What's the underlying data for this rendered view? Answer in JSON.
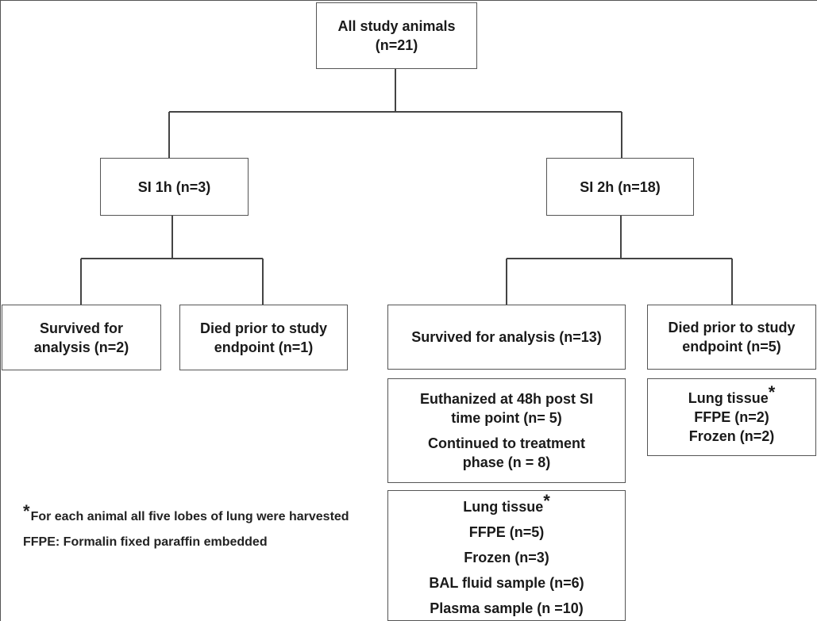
{
  "root": {
    "line1": "All study animals",
    "line2": "(n=21)"
  },
  "si1h": {
    "label": "SI 1h (n=3)"
  },
  "si2h": {
    "label": "SI 2h (n=18)"
  },
  "si1h_survived": {
    "line1": "Survived for",
    "line2": "analysis  (n=2)"
  },
  "si1h_died": {
    "line1": "Died prior to study",
    "line2": "endpoint (n=1)"
  },
  "si2h_survived": {
    "label": "Survived for analysis  (n=13)"
  },
  "si2h_died": {
    "line1": "Died prior to study",
    "line2": "endpoint (n=5)"
  },
  "euthanized": {
    "line1": "Euthanized at 48h post SI",
    "line2": "time point (n= 5)",
    "line3": "Continued to treatment",
    "line4": "phase (n = 8)"
  },
  "survived_tissue": {
    "title": "Lung tissue",
    "asterisk": "*",
    "items": [
      "FFPE (n=5)",
      "Frozen (n=3)",
      "BAL fluid sample (n=6)",
      "Plasma sample (n =10)"
    ]
  },
  "died_tissue": {
    "title": "Lung tissue",
    "asterisk": "*",
    "items": [
      "FFPE (n=2)",
      "Frozen (n=2)"
    ]
  },
  "footnote": {
    "asterisk": "*",
    "line1": "For each animal all five lobes of lung were harvested",
    "line2": "FFPE: Formalin fixed paraffin embedded"
  },
  "colors": {
    "border": "#555555",
    "connector": "#444444",
    "text": "#1a1a1a"
  }
}
